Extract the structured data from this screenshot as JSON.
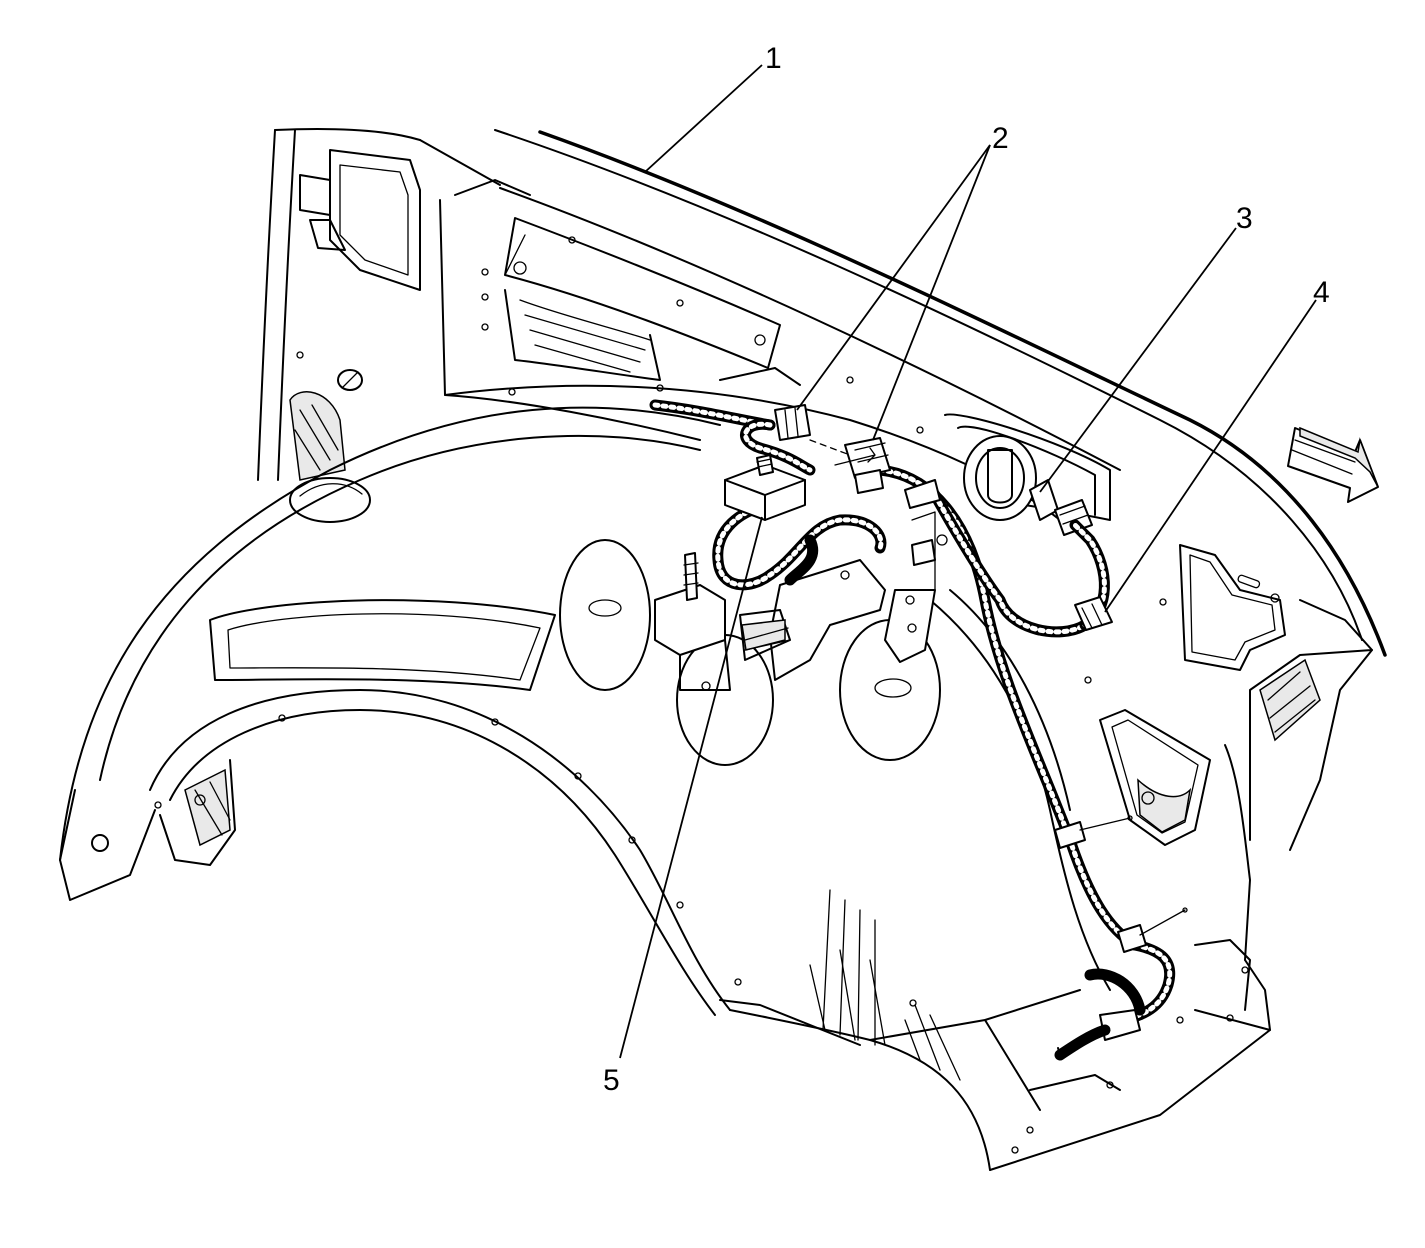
{
  "callouts": [
    {
      "id": "1",
      "label": "1"
    },
    {
      "id": "2",
      "label": "2"
    },
    {
      "id": "3",
      "label": "3"
    },
    {
      "id": "4",
      "label": "4"
    },
    {
      "id": "5",
      "label": "5"
    }
  ],
  "icons": {
    "direction_arrow": "forward-arrow-icon"
  }
}
